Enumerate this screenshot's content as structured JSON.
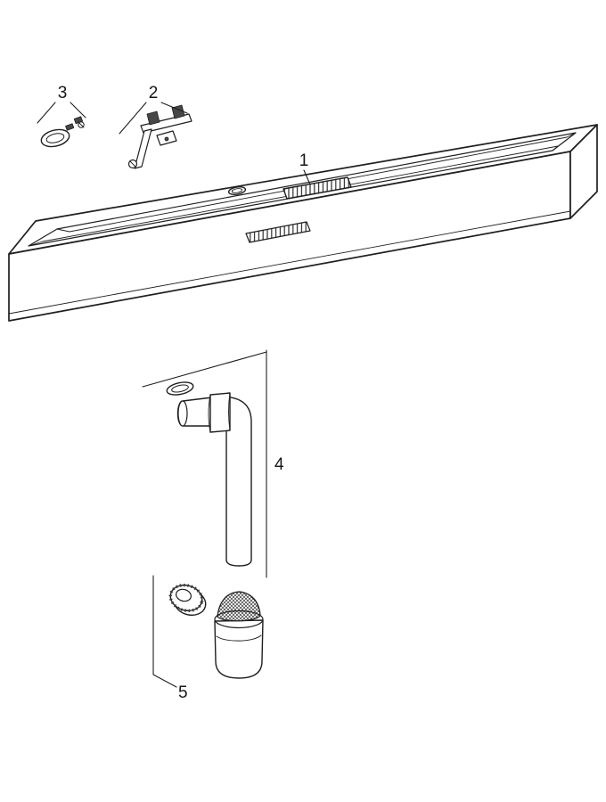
{
  "diagram": {
    "colors": {
      "background": "#ffffff",
      "line": "#1f1f1f"
    },
    "labels": {
      "part1": "1",
      "part2": "2",
      "part3": "3",
      "part4": "4",
      "part5": "5"
    }
  }
}
